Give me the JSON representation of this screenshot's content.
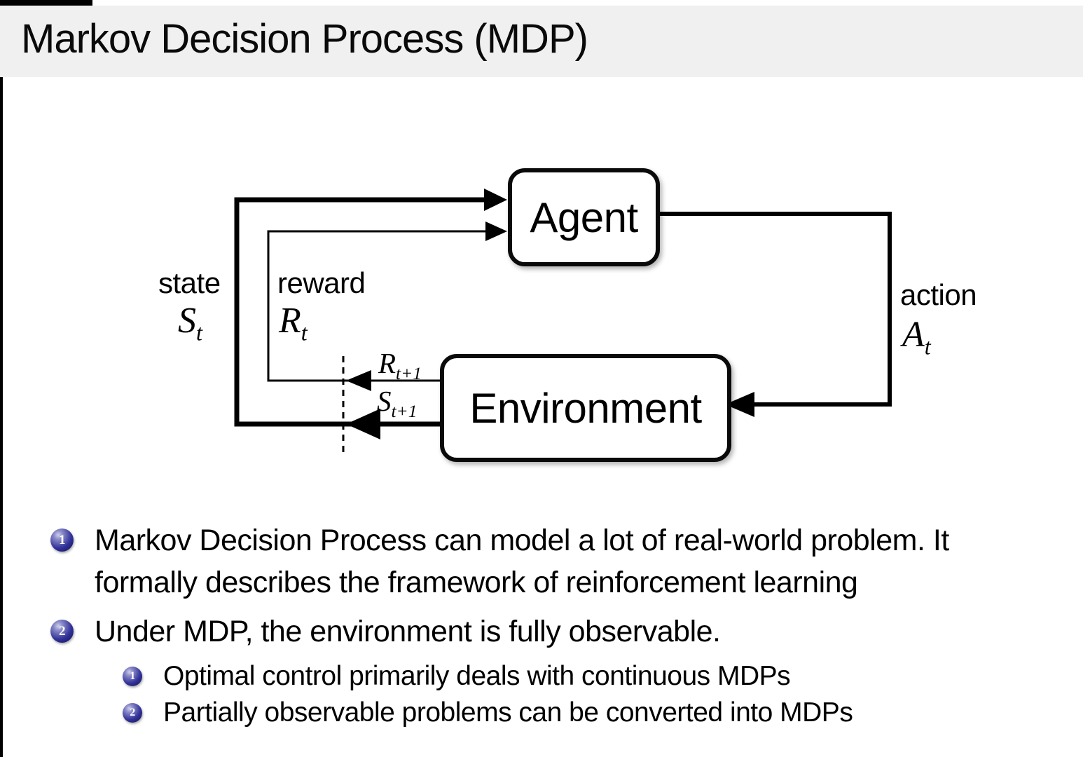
{
  "slide": {
    "title": "Markov Decision Process (MDP)"
  },
  "diagram": {
    "agent_label": "Agent",
    "environment_label": "Environment",
    "state": {
      "label": "state",
      "symbol": "S",
      "subscript": "t"
    },
    "reward": {
      "label": "reward",
      "symbol": "R",
      "subscript": "t"
    },
    "action": {
      "label": "action",
      "symbol": "A",
      "subscript": "t"
    },
    "next_reward": {
      "symbol": "R",
      "subscript": "t+1"
    },
    "next_state": {
      "symbol": "S",
      "subscript": "t+1"
    }
  },
  "bullets": {
    "item1": {
      "number": "1",
      "lines": [
        "Markov Decision Process can model a lot of real-world problem. It",
        "formally describes the framework of reinforcement learning"
      ]
    },
    "item2": {
      "number": "2",
      "text": "Under MDP, the environment is fully observable."
    },
    "sub_items": [
      {
        "number": "1",
        "text": "Optimal control primarily deals with continuous MDPs"
      },
      {
        "number": "2",
        "text": "Partially observable problems can be converted into MDPs"
      }
    ]
  },
  "colors": {
    "title_band": "#f0f0f0",
    "ball_blue": "#32329a",
    "diagram_ink": "#000000"
  }
}
